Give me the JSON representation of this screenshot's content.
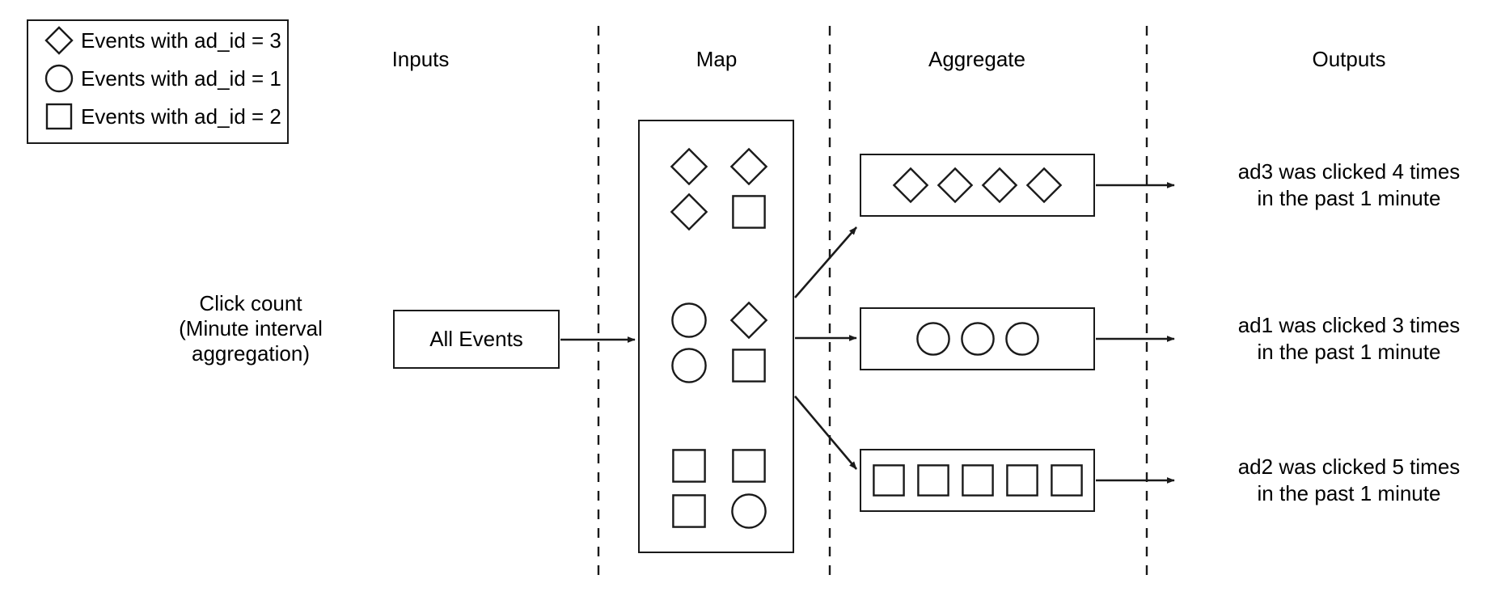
{
  "legend": {
    "items": [
      {
        "glyph": "diamond",
        "label": "Events with ad_id = 3"
      },
      {
        "glyph": "circle",
        "label": "Events with ad_id = 1"
      },
      {
        "glyph": "square",
        "label": "Events with ad_id = 2"
      }
    ]
  },
  "columns": [
    {
      "label": "Inputs"
    },
    {
      "label": "Map"
    },
    {
      "label": "Aggregate"
    },
    {
      "label": "Outputs"
    }
  ],
  "input": {
    "caption_line1": "Click count",
    "caption_line2": "(Minute interval",
    "caption_line3": "aggregation)",
    "box_label": "All Events"
  },
  "map": {
    "groups": [
      {
        "shapes": [
          "diamond",
          "diamond",
          "diamond",
          "square"
        ]
      },
      {
        "shapes": [
          "circle",
          "diamond",
          "circle",
          "square"
        ]
      },
      {
        "shapes": [
          "square",
          "square",
          "square",
          "circle"
        ]
      }
    ]
  },
  "aggregate": {
    "boxes": [
      {
        "shape": "diamond",
        "count": 4
      },
      {
        "shape": "circle",
        "count": 3
      },
      {
        "shape": "square",
        "count": 5
      }
    ]
  },
  "outputs": [
    {
      "line1": "ad3 was clicked 4 times",
      "line2": "in the past 1 minute"
    },
    {
      "line1": "ad1 was clicked 3 times",
      "line2": "in the past 1 minute"
    },
    {
      "line1": "ad2 was clicked 5 times",
      "line2": "in the past 1 minute"
    }
  ],
  "colors": {
    "stroke": "#1a1a1a",
    "text": "#000000",
    "background": "#ffffff"
  }
}
